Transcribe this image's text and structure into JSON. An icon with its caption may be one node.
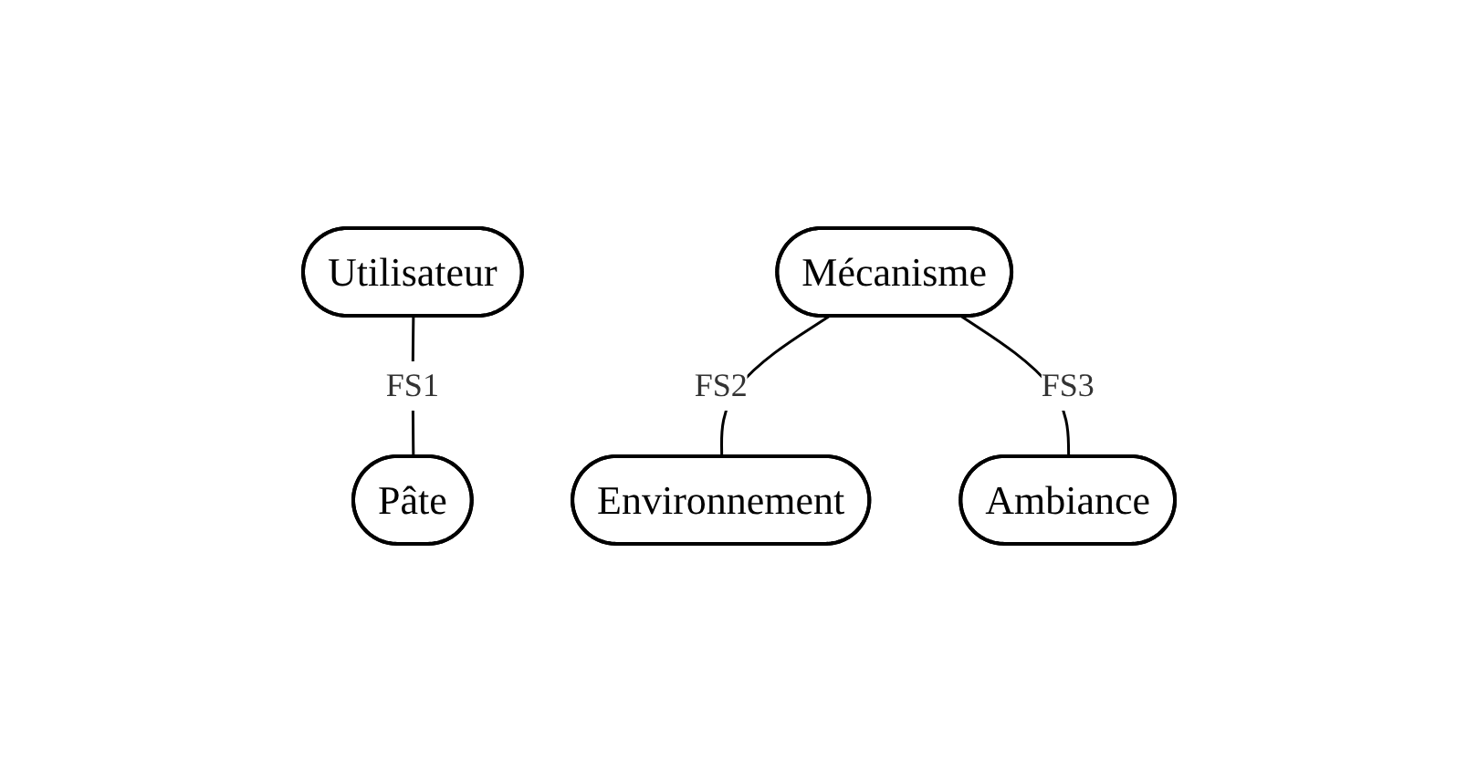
{
  "diagram": {
    "nodes": [
      {
        "text": [
          "Utilisateur"
        ]
      },
      {
        "text": [
          "Pâte"
        ]
      },
      {
        "text": [
          "Mécanisme"
        ]
      },
      {
        "text": [
          "Environnement"
        ]
      },
      {
        "text": [
          "Ambiance"
        ]
      }
    ],
    "edges": [
      {
        "from": 0,
        "to": 1,
        "label": "FS1",
        "arrow": "none"
      },
      {
        "from": 2,
        "to": 3,
        "label": "FS2",
        "arrow": "none"
      },
      {
        "from": 2,
        "to": 4,
        "label": "FS3",
        "arrow": "none"
      }
    ]
  }
}
